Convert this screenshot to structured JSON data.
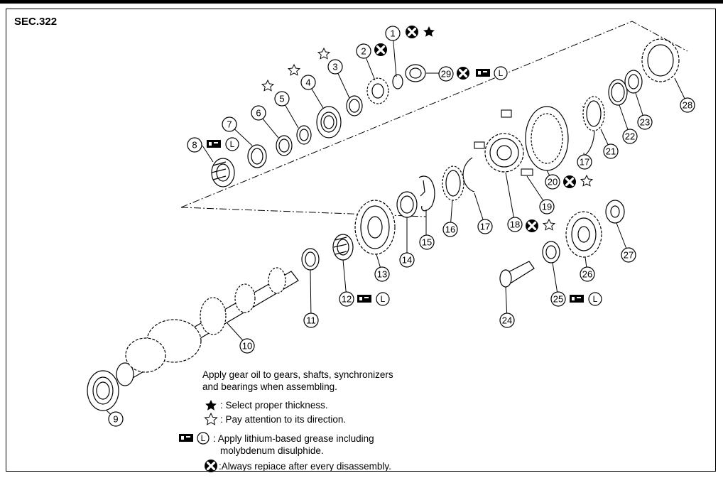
{
  "section_label": "SEC.322",
  "callouts": [
    {
      "id": "1",
      "text": "1"
    },
    {
      "id": "2",
      "text": "2"
    },
    {
      "id": "3",
      "text": "3"
    },
    {
      "id": "4",
      "text": "4"
    },
    {
      "id": "5",
      "text": "5"
    },
    {
      "id": "6",
      "text": "6"
    },
    {
      "id": "7",
      "text": "7"
    },
    {
      "id": "8",
      "text": "8"
    },
    {
      "id": "9",
      "text": "9"
    },
    {
      "id": "10",
      "text": "10"
    },
    {
      "id": "11",
      "text": "11"
    },
    {
      "id": "12",
      "text": "12"
    },
    {
      "id": "13",
      "text": "13"
    },
    {
      "id": "14",
      "text": "14"
    },
    {
      "id": "15",
      "text": "15"
    },
    {
      "id": "16",
      "text": "16"
    },
    {
      "id": "17a",
      "text": "17"
    },
    {
      "id": "17b",
      "text": "17"
    },
    {
      "id": "18",
      "text": "18"
    },
    {
      "id": "19",
      "text": "19"
    },
    {
      "id": "20",
      "text": "20"
    },
    {
      "id": "21",
      "text": "21"
    },
    {
      "id": "22",
      "text": "22"
    },
    {
      "id": "23",
      "text": "23"
    },
    {
      "id": "24",
      "text": "24"
    },
    {
      "id": "25",
      "text": "25"
    },
    {
      "id": "26",
      "text": "26"
    },
    {
      "id": "27",
      "text": "27"
    },
    {
      "id": "28",
      "text": "28"
    },
    {
      "id": "29",
      "text": "29"
    }
  ],
  "legend": {
    "intro_line1": "Apply gear oil to gears, shafts, synchronizers",
    "intro_line2": "and bearings when assembling.",
    "select_thickness": ": Select proper thickness.",
    "direction": ": Pay attention to its direction.",
    "grease_line1": ": Apply lithium-based grease including",
    "grease_line2": "molybdenum disulphide.",
    "replace": ":Always repiace after every disassembly."
  },
  "symbols": {
    "grease_letter": "L"
  }
}
